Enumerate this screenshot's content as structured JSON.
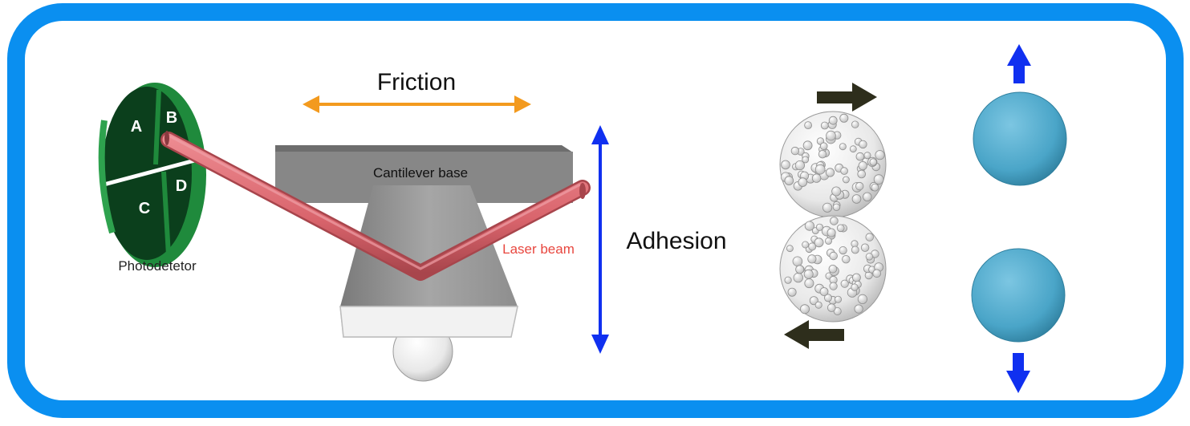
{
  "labels": {
    "friction": "Friction",
    "adhesion": "Adhesion",
    "cantilever_base": "Cantilever base",
    "laser_beam": "Laser beam",
    "photodetector": "Photodetetor",
    "quadrant_a": "A",
    "quadrant_b": "B",
    "quadrant_c": "C",
    "quadrant_d": "D"
  },
  "colors": {
    "frame": "#0a8ff0",
    "friction_arrow": "#f39a1e",
    "adhesion_arrow": "#1030f0",
    "shear_arrow": "#2e2e1c",
    "laser": "#d9646c",
    "laser_text": "#e8473f",
    "detector_green": "#1f8a3c",
    "detector_dark": "#0b3f1c",
    "cantilever_gray": "#8a8a8a",
    "particle_blue": "#4aa5c8"
  },
  "icons": {
    "rough_particle": "rough-sphere-icon",
    "smooth_particle": "smooth-sphere-icon",
    "probe_tip": "sphere-tip-icon"
  }
}
